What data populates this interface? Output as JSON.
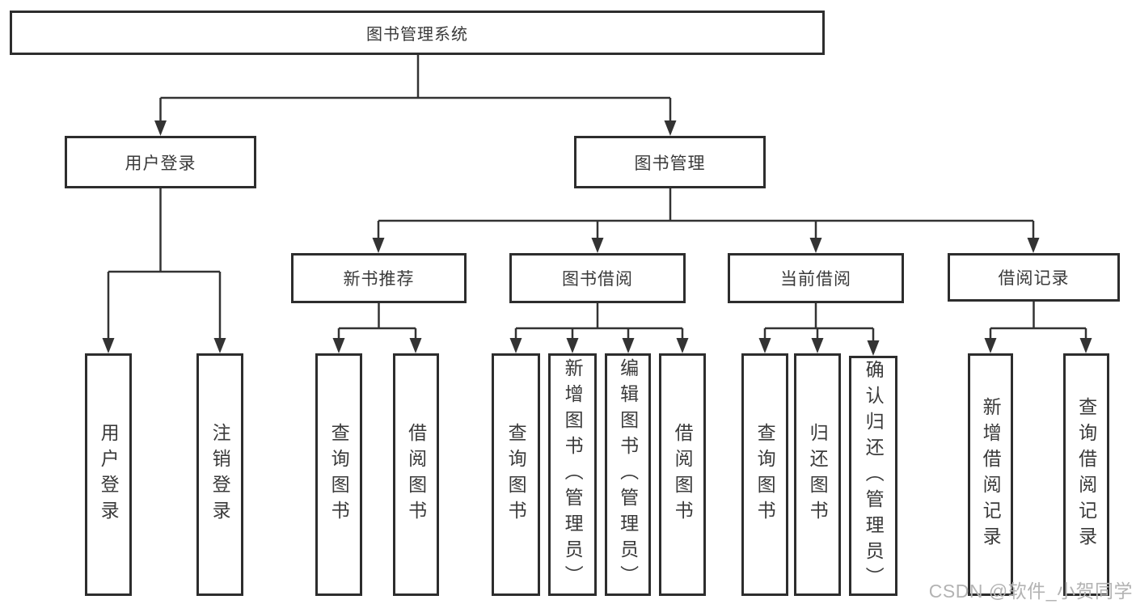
{
  "nodes": {
    "root": "图书管理系统",
    "user_login": "用户登录",
    "book_mgmt": "图书管理",
    "ul_children": [
      "用户登录",
      "注销登录"
    ],
    "sections": [
      {
        "label": "新书推荐",
        "children": [
          "查询图书",
          "借阅图书"
        ]
      },
      {
        "label": "图书借阅",
        "children": [
          "查询图书",
          "新增图书（管理员）",
          "编辑图书（管理员）",
          "借阅图书"
        ]
      },
      {
        "label": "当前借阅",
        "children": [
          "查询图书",
          "归还图书",
          "确认归还（管理员）"
        ]
      },
      {
        "label": "借阅记录",
        "children": [
          "新增借阅记录",
          "查询借阅记录"
        ]
      }
    ]
  },
  "watermark": "CSDN @软件_小贺同学",
  "colors": {
    "line": "#333333",
    "box_border": "#2d2d2d",
    "text": "#3a3a3a",
    "watermark": "#b3b3b3"
  }
}
